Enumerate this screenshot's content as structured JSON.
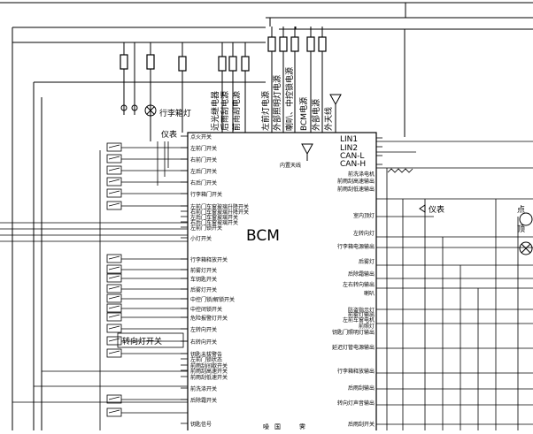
{
  "module": {
    "name": "BCM"
  },
  "left_pins": [
    "点火开关",
    "左前门开关",
    "右前门开关",
    "左后门开关",
    "右后门开关",
    "行李箱门开关",
    "左前门车窗玻璃升降开关",
    "右前门车窗玻璃升降开关",
    "左后门车窗玻璃开关",
    "右后门车窗玻璃开关",
    "左前门锁开关",
    "小灯开关",
    "行李箱释放开关",
    "前雾灯开关",
    "车钥匙开关",
    "后雾灯开关",
    "中控门锁/解锁开关",
    "中控闭锁开关",
    "危险报警灯开关",
    "左转向开关",
    "右转向开关",
    "钥匙未拔警告",
    "左前门锁状态",
    "前雨刮间歇开关",
    "前雨刮高速开关",
    "前雨刮低速开关",
    "前洗涤开关",
    "后除霜开关",
    "钥匙信号"
  ],
  "right_pins": [
    "前洗涤电机",
    "前雨刮高速输出",
    "前雨刮低速输出",
    "室内顶灯",
    "左转向灯",
    "行李箱电源输出",
    "后雾灯",
    "后除霜输出",
    "左右转向输出",
    "喇叭",
    "防盗指示灯",
    "前雾灯输出",
    "左前车窗电机",
    "前照灯",
    "钥匙门照明灯输出",
    "延迟灯管电源输出",
    "行李箱释放输出",
    "后雨刮输出",
    "转向灯声音输出",
    "后雨刮开关"
  ],
  "bus_lines": [
    "LIN1",
    "LIN2",
    "CAN-L",
    "CAN-H"
  ],
  "top_labels": [
    "近光继电器",
    "后雨刮电源",
    "前雨刮电源",
    "左前灯电源",
    "外部照明灯电源",
    "喇叭、中控锁电源",
    "BCM电源",
    "外部电源",
    "外天线"
  ],
  "annotations": {
    "trunk_lamp": "行李箱灯",
    "instrument_top": "仪表",
    "instrument_right": "仪表",
    "internal_antenna": "内置天线",
    "turn_switch": "转向灯开关",
    "right_edge_1": "点",
    "right_edge_2": "顶"
  },
  "bottom_marks": [
    "噪",
    "国",
    "霁"
  ]
}
